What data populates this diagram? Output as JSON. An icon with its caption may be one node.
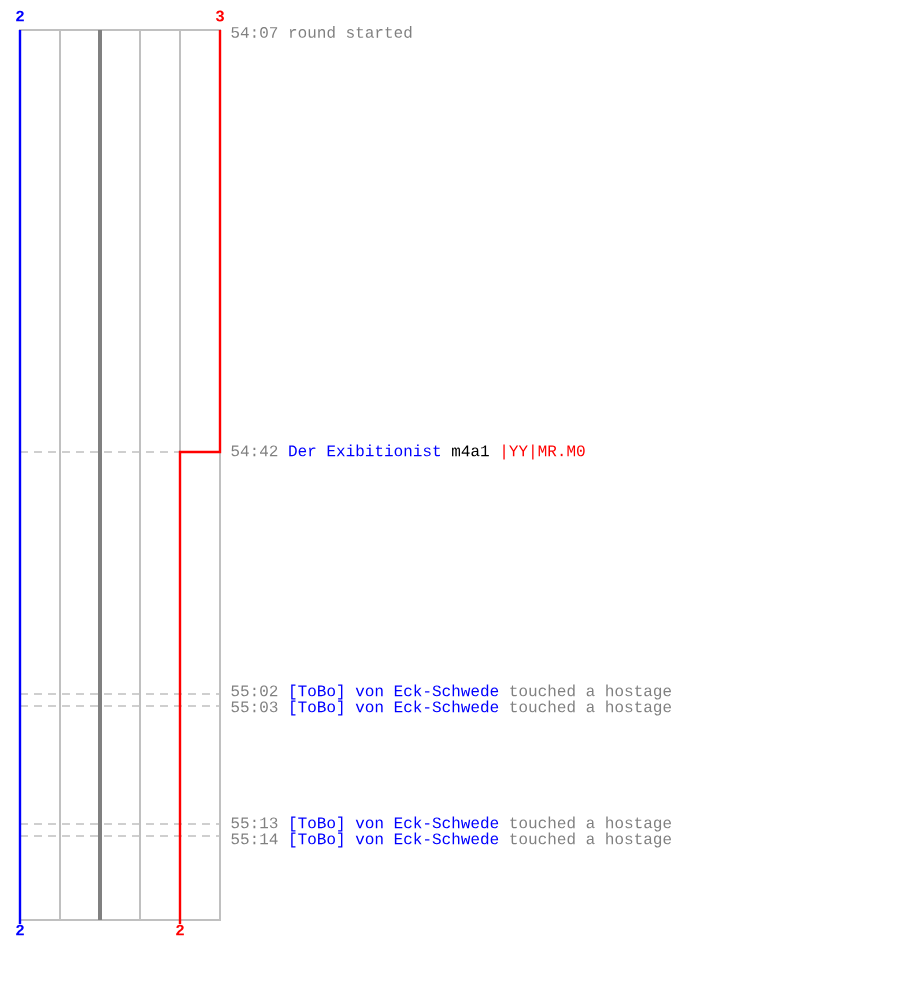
{
  "diagram": {
    "labels": [
      "2",
      "3",
      "54:07",
      "round started",
      "54:42",
      "Der Exibitionist",
      "m4a1",
      "|YY|MR.M0",
      "55:02",
      "[ToBo] von Eck-Schwede",
      "touched a hostage",
      "55:03",
      "[ToBo] von Eck-Schwede",
      "touched a hostage",
      "55:13",
      "[ToBo] von Eck-Schwede",
      "touched a hostage",
      "55:14",
      "[ToBo] von Eck-Schwede",
      "touched a hostage",
      "2",
      "2"
    ]
  }
}
